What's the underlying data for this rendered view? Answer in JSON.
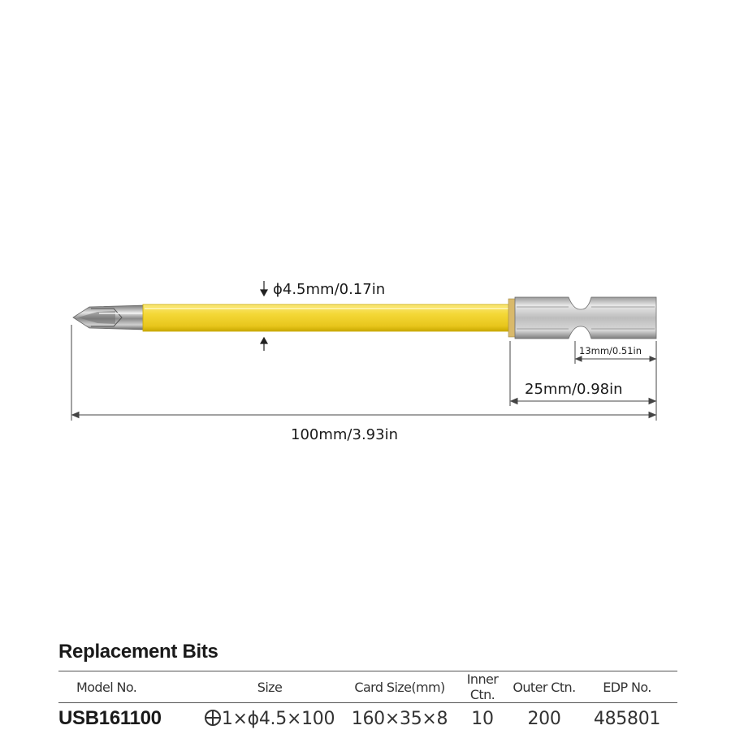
{
  "dimensions": {
    "shank_diameter": "ϕ4.5mm/0.17in",
    "hex_length": "13mm/0.51in",
    "shank_end_length": "25mm/0.98in",
    "overall_length": "100mm/3.93in"
  },
  "colors": {
    "shank": "#f2d533",
    "shank_highlight": "#fbe97a",
    "shank_shadow": "#c9a800",
    "steel": "#c4c4c4",
    "dimension_line": "#444444"
  },
  "section_title": "Replacement Bits",
  "table": {
    "headers": [
      "Model No.",
      "Size",
      "Card Size(mm)",
      "Inner Ctn.",
      "Outer Ctn.",
      "EDP No."
    ],
    "row": {
      "model": "USB161100",
      "size": "1×ϕ4.5×100",
      "size_icon": "phillips-head-icon",
      "card_size": "160×35×8",
      "inner_ctn": "10",
      "outer_ctn": "200",
      "edp": "485801"
    }
  }
}
